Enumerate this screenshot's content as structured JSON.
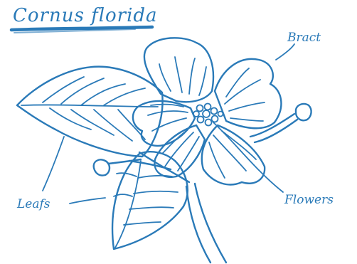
{
  "title": "Cornus florida",
  "labels": {
    "bract": "Bract",
    "flowers": "Flowers",
    "leafs": "Leafs"
  },
  "colors": {
    "ink": "#2a7ab8",
    "background": "#ffffff"
  }
}
